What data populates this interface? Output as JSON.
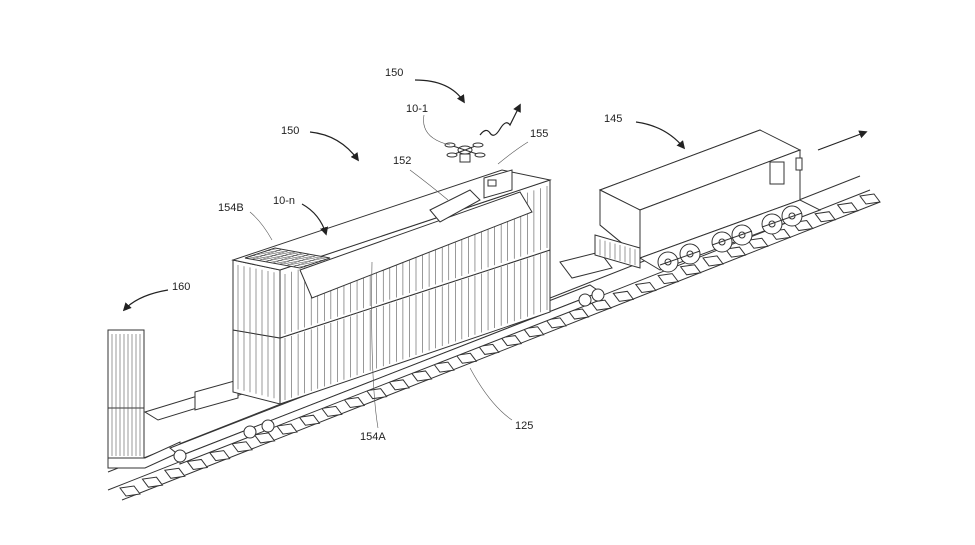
{
  "diagram": {
    "line_color": "#333333",
    "background": "#ffffff",
    "reference_labels": {
      "uav_150_top": "150",
      "uav_10_1": "10-1",
      "ref_155": "155",
      "car_150": "150",
      "ref_152": "152",
      "ref_145": "145",
      "ref_154B": "154B",
      "ref_10_n": "10-n",
      "ref_160": "160",
      "ref_154A": "154A",
      "ref_125": "125"
    }
  }
}
